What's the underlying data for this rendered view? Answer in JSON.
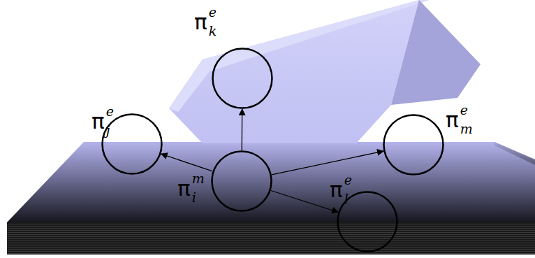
{
  "diagram": {
    "nodes": [
      {
        "text": [
          "π",
          "e",
          "k"
        ]
      },
      {
        "text": [
          "π",
          "e",
          "j"
        ]
      },
      {
        "text": [
          "π",
          "e",
          "m"
        ]
      },
      {
        "text": [
          "π",
          "m",
          "i"
        ]
      },
      {
        "text": [
          "π",
          "e",
          "l"
        ]
      }
    ],
    "edges": [
      {
        "from": 3,
        "to": 0,
        "arrow": "to"
      },
      {
        "from": 3,
        "to": 1,
        "arrow": "to"
      },
      {
        "from": 3,
        "to": 2,
        "arrow": "to"
      },
      {
        "from": 3,
        "to": 4,
        "arrow": "to"
      }
    ]
  }
}
